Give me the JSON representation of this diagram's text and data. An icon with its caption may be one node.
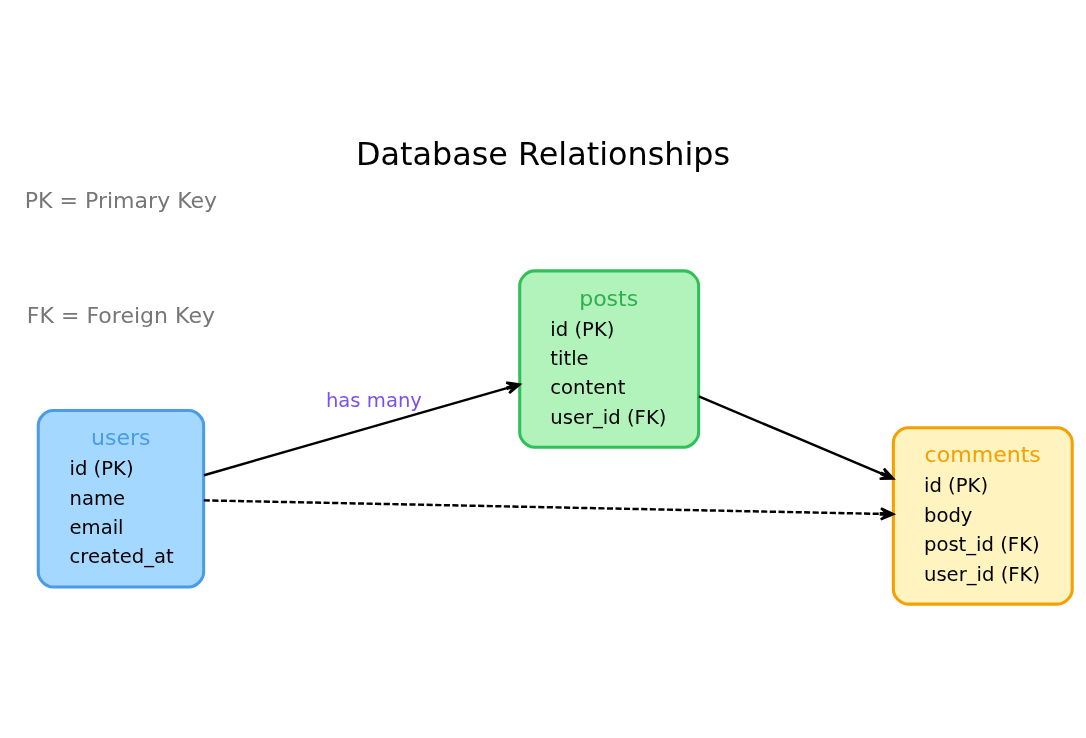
{
  "diagram": {
    "title": "Database Relationships",
    "nodes": [
      {
        "text": [
          "users",
          "id (PK)",
          "name",
          "email",
          "created_at"
        ]
      },
      {
        "text": [
          "posts",
          "id (PK)",
          "title",
          "content",
          "user_id (FK)"
        ]
      },
      {
        "text": [
          "comments",
          "id (PK)",
          "body",
          "post_id (FK)",
          "user_id (FK)"
        ]
      }
    ],
    "edges": [
      {
        "from": 0,
        "to": 1,
        "arrow": "to",
        "label": "has many"
      },
      {
        "from": 1,
        "to": 2,
        "arrow": "to"
      },
      {
        "from": 0,
        "to": 2,
        "arrow": "to",
        "style": "dashed"
      }
    ],
    "labels": [
      "FK = Foreign Key",
      "PK = Primary Key"
    ]
  }
}
